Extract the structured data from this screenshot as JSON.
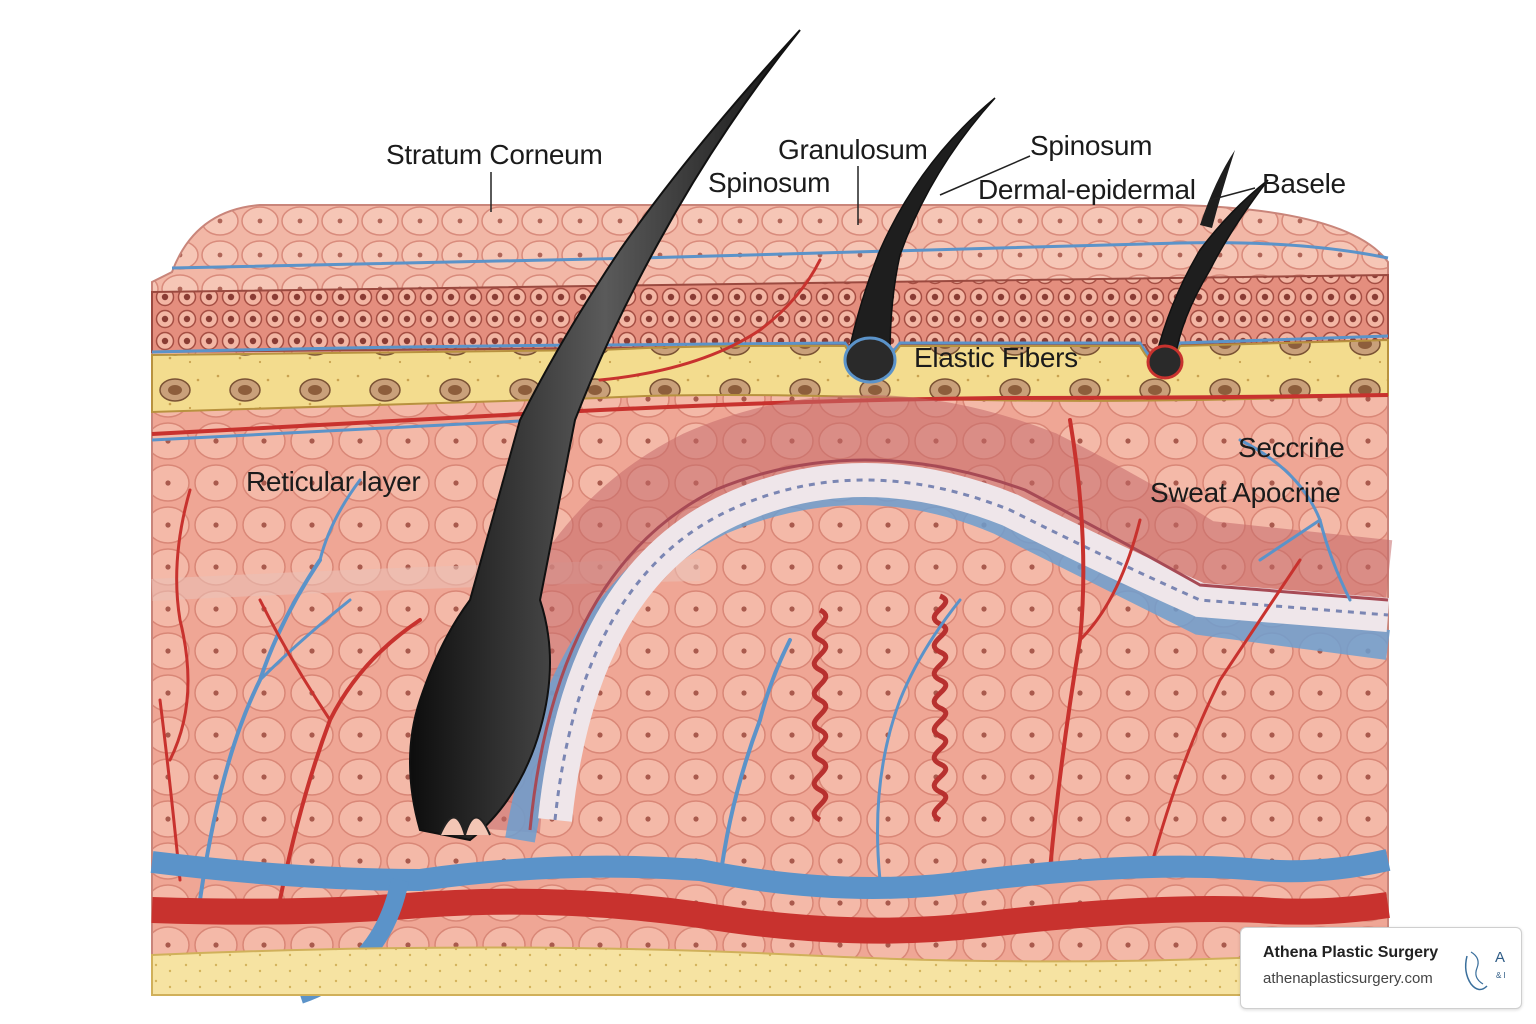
{
  "labels": {
    "stratum_corneum": "Stratum Corneum",
    "granulosum": "Granulosum",
    "spinosum_left": "Spinosum",
    "spinosum_right": "Spinosum",
    "dermal_epidermal": "Dermal-epidermal",
    "basele": "Basele",
    "elastic_fibers": "Elastic Fibers",
    "reticular_layer": "Reticular layer",
    "seccrine": "Seccrine",
    "sweat_apocrine": "Sweat Apocrine"
  },
  "watermark": {
    "name": "Athena Plastic Surgery",
    "url": "athenaplasticsurgery.com",
    "logo_text": "A",
    "logo_subtext": "& I"
  },
  "colors": {
    "epidermis": "#f2b7a6",
    "cell_outline": "#d98b7c",
    "basal_band": "#d97c6e",
    "yellow_layer": "#f3dc8e",
    "dermis": "#f0a898",
    "artery": "#c8322e",
    "vein": "#5b93c9",
    "hair": "#2a2a2a",
    "fat": "#f6e3a2"
  }
}
